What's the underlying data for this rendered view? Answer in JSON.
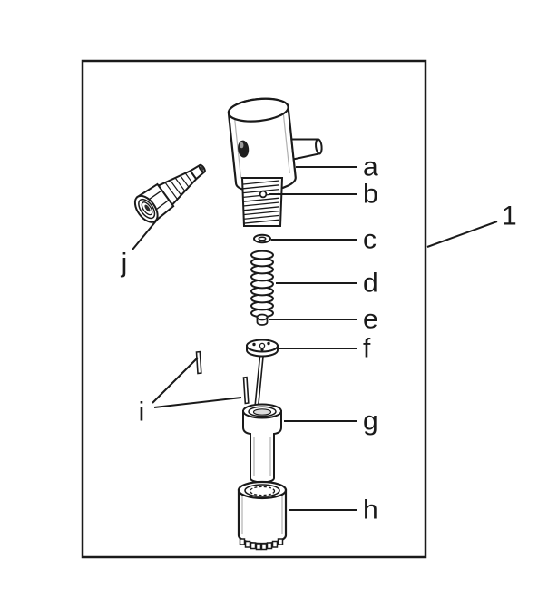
{
  "callouts": {
    "a": "a",
    "b": "b",
    "c": "c",
    "d": "d",
    "e": "e",
    "f": "f",
    "g": "g",
    "h": "h",
    "i": "i",
    "j": "j",
    "frame": "1"
  },
  "colors": {
    "line": "#1a1a1a",
    "background": "#ffffff"
  }
}
